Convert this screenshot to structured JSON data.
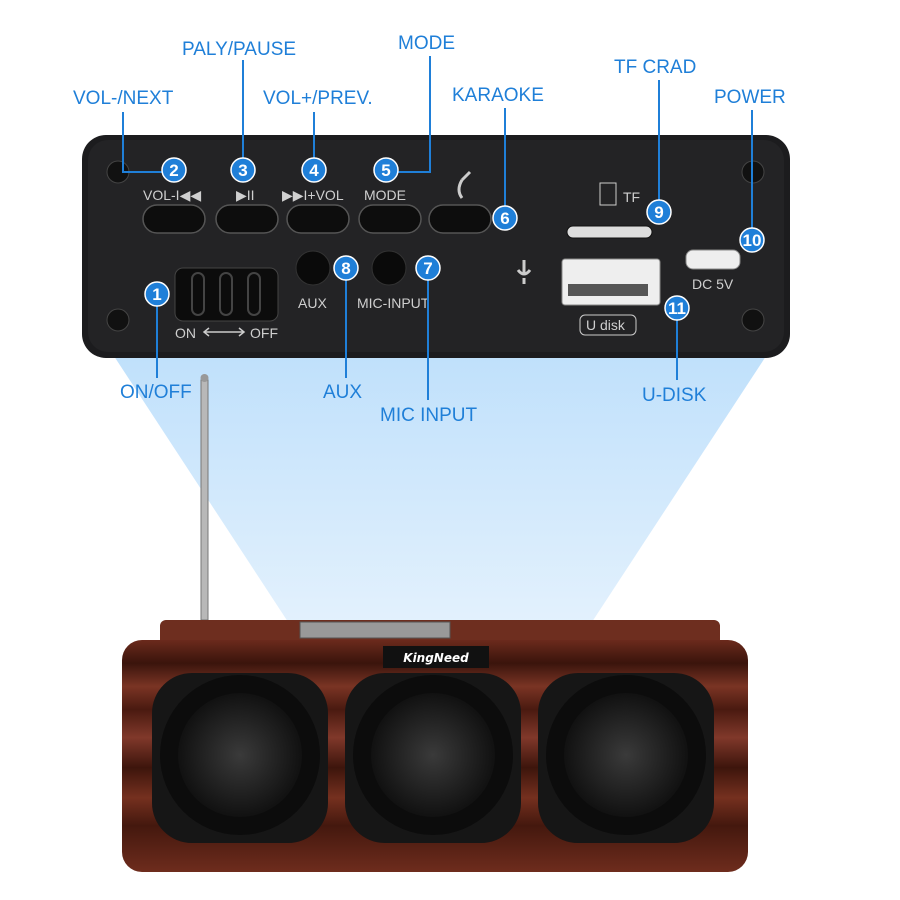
{
  "callouts": {
    "play_pause": "PALY/PAUSE",
    "vol_next": "VOL-/NEXT",
    "vol_prev": "VOL+/PREV.",
    "mode": "MODE",
    "karaoke": "KARAOKE",
    "tf_card": "TF CRAD",
    "power": "POWER",
    "on_off": "ON/OFF",
    "aux": "AUX",
    "mic_input": "MIC INPUT",
    "u_disk": "U-DISK"
  },
  "badges": [
    "1",
    "2",
    "3",
    "4",
    "5",
    "6",
    "7",
    "8",
    "9",
    "10",
    "11"
  ],
  "panel": {
    "btn_vol_minus": "VOL-I◀◀",
    "btn_play": "▶II",
    "btn_vol_plus": "▶▶I+VOL",
    "btn_mode": "MODE",
    "aux": "AUX",
    "mic_input": "MIC-INPUT",
    "tf": "TF",
    "dc": "DC 5V",
    "udisk": "U disk",
    "on": "ON",
    "off": "OFF"
  },
  "brand": "KingNeed",
  "colors": {
    "accent": "#1f7fd8",
    "panel": "#1c1c1e",
    "wood": "#5a2318"
  }
}
